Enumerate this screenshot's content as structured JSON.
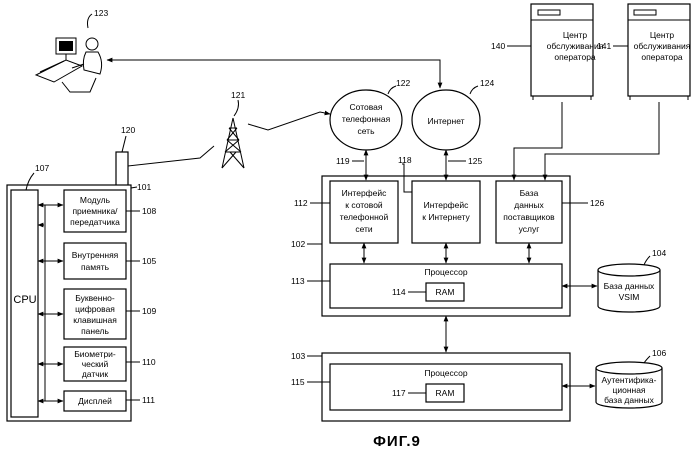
{
  "caption": "ФИГ.9",
  "refs": {
    "r123": "123",
    "r120": "120",
    "r121": "121",
    "r122": "122",
    "r124": "124",
    "r140": "140",
    "r141": "141",
    "r107": "107",
    "r101": "101",
    "r108": "108",
    "r105": "105",
    "r109": "109",
    "r110": "110",
    "r111": "111",
    "r119": "119",
    "r118": "118",
    "r125": "125",
    "r112": "112",
    "r126": "126",
    "r102": "102",
    "r104": "104",
    "r113": "113",
    "r114": "114",
    "r103": "103",
    "r106": "106",
    "r115": "115",
    "r117": "117"
  },
  "device": {
    "cpu": "CPU",
    "transceiver": [
      "Модуль",
      "приемника/",
      "передатчика"
    ],
    "memory": [
      "Внутренняя",
      "память"
    ],
    "keypad": [
      "Буквенно-",
      "цифровая",
      "клавишная",
      "панель"
    ],
    "biometric": [
      "Биометри-",
      "ческий",
      "датчик"
    ],
    "display": "Дисплей"
  },
  "cellular_network": [
    "Сотовая",
    "телефонная",
    "сеть"
  ],
  "internet": "Интернет",
  "service_center_1": [
    "Центр",
    "обслуживания",
    "оператора"
  ],
  "service_center_2": [
    "Центр",
    "обслуживания",
    "оператора"
  ],
  "server_102": {
    "cell_interface": [
      "Интерфейс",
      "к сотовой",
      "телефонной",
      "сети"
    ],
    "internet_interface": [
      "Интерфейс",
      "к Интернету"
    ],
    "provider_db": [
      "База",
      "данных",
      "поставщиков",
      "услуг"
    ],
    "processor": "Процессор",
    "ram": "RAM"
  },
  "server_103": {
    "processor": "Процессор",
    "ram": "RAM"
  },
  "vsim_db": [
    "База данных",
    "VSIM"
  ],
  "auth_db": [
    "Аутентифика-",
    "ционная",
    "база данных"
  ]
}
